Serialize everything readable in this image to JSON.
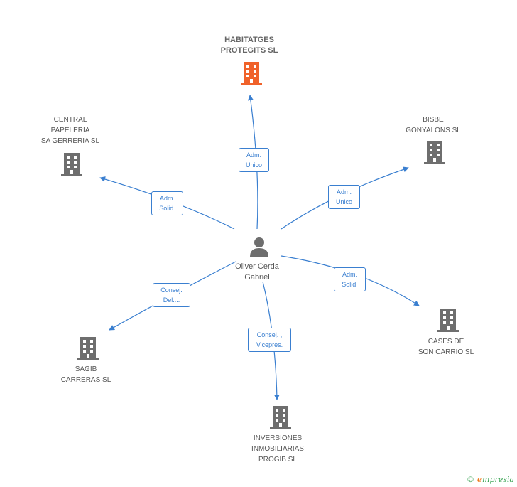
{
  "colors": {
    "edge": "#3a7fd0",
    "building": "#6e6e6e",
    "main_building": "#f0622a",
    "person": "#6e6e6e"
  },
  "center": {
    "name": "Oliver Cerda\nGabriel",
    "icon": "person-icon"
  },
  "main_company": {
    "name": "HABITATGES\nPROTEGITS SL",
    "icon": "building-icon"
  },
  "companies": [
    {
      "id": "central",
      "name": "CENTRAL\nPAPELERIA\nSA GERRERIA SL",
      "role": "Adm.\nSolid."
    },
    {
      "id": "bisbe",
      "name": "BISBE\nGONYALONS SL",
      "role": "Adm.\nUnico"
    },
    {
      "id": "cases",
      "name": "CASES DE\nSON CARRIO SL",
      "role": "Adm.\nSolid."
    },
    {
      "id": "inversiones",
      "name": "INVERSIONES\nINMOBILIARIAS\nPROGIB SL",
      "role": "Consej. ,\nVicepres."
    },
    {
      "id": "sagib",
      "name": "SAGIB\nCARRERAS SL",
      "role": "Consej.\nDel...."
    }
  ],
  "main_role": "Adm.\nUnico",
  "footer": {
    "copyright": "©",
    "brand_initial": "e",
    "brand_rest": "mpresia"
  }
}
